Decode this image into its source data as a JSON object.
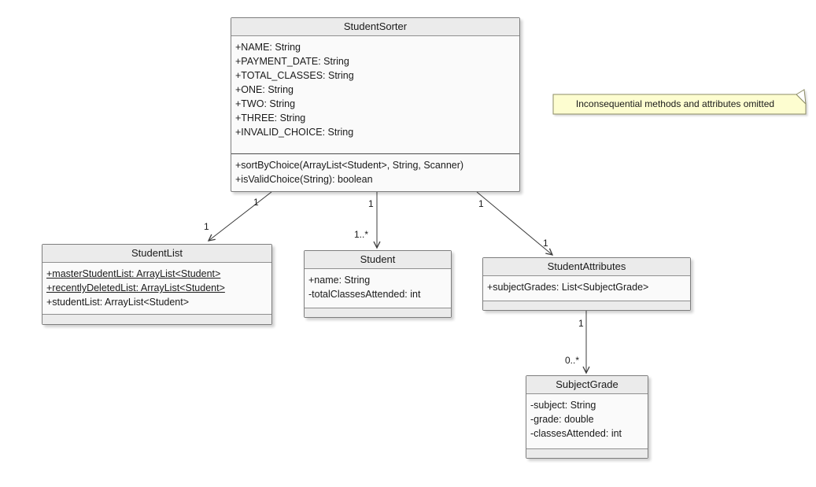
{
  "diagram": {
    "type": "uml-class-diagram",
    "note": {
      "text": "Inconsequential methods and attributes omitted",
      "fill": "#fdfdd0",
      "border": "#8c8c66"
    },
    "colors": {
      "box_header": "#ebebeb",
      "box_body": "#fafafa",
      "box_border": "#7d7d7d",
      "line": "#3c3c3c"
    },
    "classes": [
      {
        "name": "StudentSorter",
        "attributes": [
          "+NAME: String",
          "+PAYMENT_DATE: String",
          "+TOTAL_CLASSES: String",
          "+ONE: String",
          "+TWO: String",
          "+THREE: String",
          "+INVALID_CHOICE: String"
        ],
        "methods": [
          "+sortByChoice(ArrayList<Student>, String, Scanner)",
          "+isValidChoice(String): boolean"
        ]
      },
      {
        "name": "StudentList",
        "attributes": [
          "+masterStudentList: ArrayList<Student>",
          "+recentlyDeletedList: ArrayList<Student>",
          "+studentList: ArrayList<Student>"
        ],
        "underlined_attribute_indexes": [
          0,
          1
        ],
        "methods": []
      },
      {
        "name": "Student",
        "attributes": [
          "+name: String",
          "-totalClassesAttended: int"
        ],
        "methods": []
      },
      {
        "name": "StudentAttributes",
        "attributes": [
          "+subjectGrades: List<SubjectGrade>"
        ],
        "methods": []
      },
      {
        "name": "SubjectGrade",
        "attributes": [
          "-subject: String",
          "-grade: double",
          "-classesAttended: int"
        ],
        "methods": []
      }
    ],
    "associations": [
      {
        "from": "StudentSorter",
        "to": "StudentList",
        "source_multiplicity": "1",
        "target_multiplicity": "1"
      },
      {
        "from": "StudentSorter",
        "to": "Student",
        "source_multiplicity": "1",
        "target_multiplicity": "1..*"
      },
      {
        "from": "StudentSorter",
        "to": "StudentAttributes",
        "source_multiplicity": "1",
        "target_multiplicity": "1"
      },
      {
        "from": "StudentAttributes",
        "to": "SubjectGrade",
        "source_multiplicity": "1",
        "target_multiplicity": "0..*"
      }
    ]
  }
}
